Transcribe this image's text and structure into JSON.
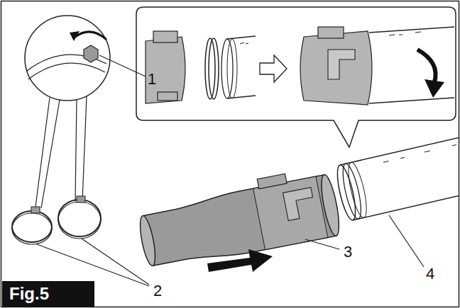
{
  "diagram": {
    "nodes": [
      {
        "text": [
          "Fig.5"
        ]
      }
    ],
    "labels": [
      "1",
      "2",
      "3",
      "4"
    ]
  }
}
